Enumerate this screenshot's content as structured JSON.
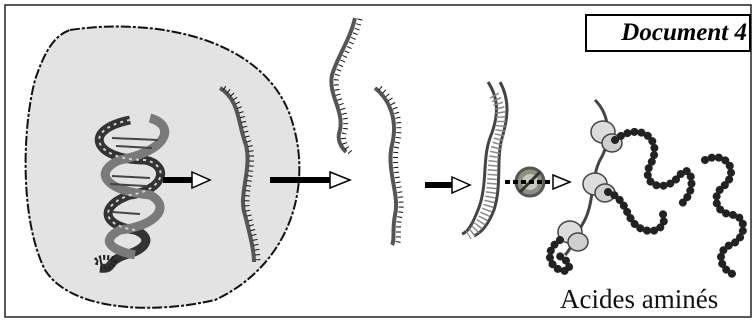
{
  "document_title": "Document 4",
  "caption": "Acides aminés",
  "icons": [
    "cell-outline",
    "dna-double-helix",
    "mrna-strand",
    "trna-strand",
    "ribosome",
    "amino-acid-chain",
    "process-arrow",
    "stop-symbol"
  ]
}
